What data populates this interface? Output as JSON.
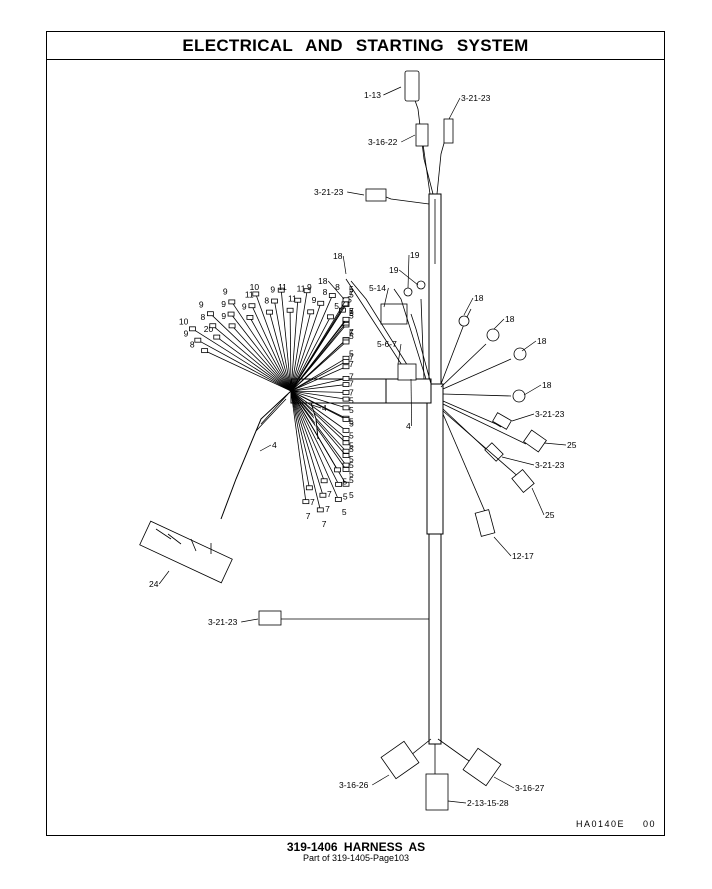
{
  "header": {
    "title": "ELECTRICAL AND STARTING SYSTEM"
  },
  "diagram_code": {
    "id": "HA0140E",
    "suffix": "00"
  },
  "footer": {
    "part_title": "319-1406  HARNESS AS",
    "part_ref": "Part of 319-1405-Page103"
  },
  "callouts": {
    "top_connector": "1-13",
    "top_right_plug": "3-21-23",
    "top_left_plug": "3-16-22",
    "upper_side_plug": "3-21-23",
    "ring_terminal_a": "18",
    "ring_terminal_b": "18",
    "eyelet_a": "19",
    "eyelet_b": "19",
    "relay": "5-14",
    "relay_b": "5-6-7",
    "clip_right": "4",
    "clip_left": "4",
    "clip_center": "4",
    "ring_r1": "18",
    "ring_r2": "18",
    "ring_r3": "18",
    "ring_r4": "18",
    "right_plug_a": "3-21-23",
    "right_conn_a": "25",
    "right_plug_b": "3-21-23",
    "right_conn_b": "25",
    "right_long": "12-17",
    "lower_side_plug": "3-21-23",
    "big_connector": "24",
    "bottom_left_conn": "3-16-26",
    "bottom_right_conn": "3-16-27",
    "bottom_center_conn": "2-13-15-28",
    "fan_numbers": [
      "8",
      "9",
      "10",
      "20",
      "8",
      "9",
      "9",
      "9",
      "9",
      "9",
      "11",
      "10",
      "8",
      "9",
      "11",
      "11",
      "11",
      "9",
      "9",
      "8",
      "8",
      "5",
      "5",
      "5",
      "5",
      "7",
      "5",
      "5",
      "7",
      "5",
      "7",
      "5",
      "5",
      "5",
      "7",
      "7",
      "7",
      "7",
      "7",
      "5",
      "5",
      "5",
      "5",
      "5",
      "5",
      "5",
      "5",
      "5",
      "5",
      "5",
      "5",
      "5",
      "5",
      "5",
      "7",
      "7",
      "7",
      "7",
      "7"
    ]
  }
}
